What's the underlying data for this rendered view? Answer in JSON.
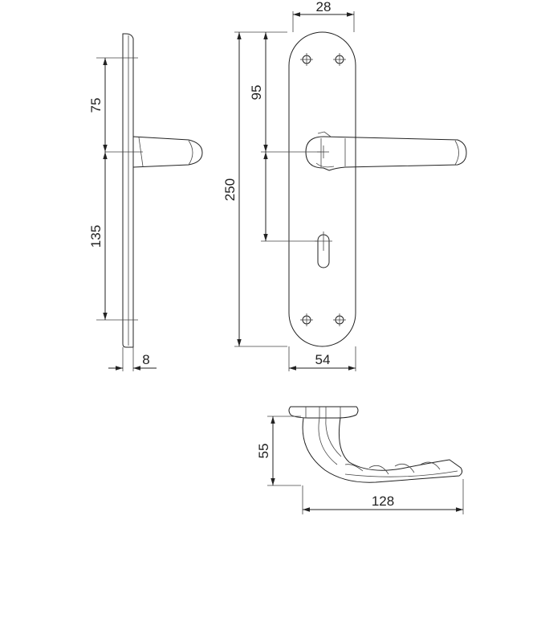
{
  "dimensions": {
    "top_width": "28",
    "side_upper": "75",
    "side_lower": "135",
    "plate_thickness": "8",
    "plate_height": "250",
    "lever_to_center": "95",
    "plate_width": "54",
    "lever_height": "55",
    "lever_length": "128"
  }
}
